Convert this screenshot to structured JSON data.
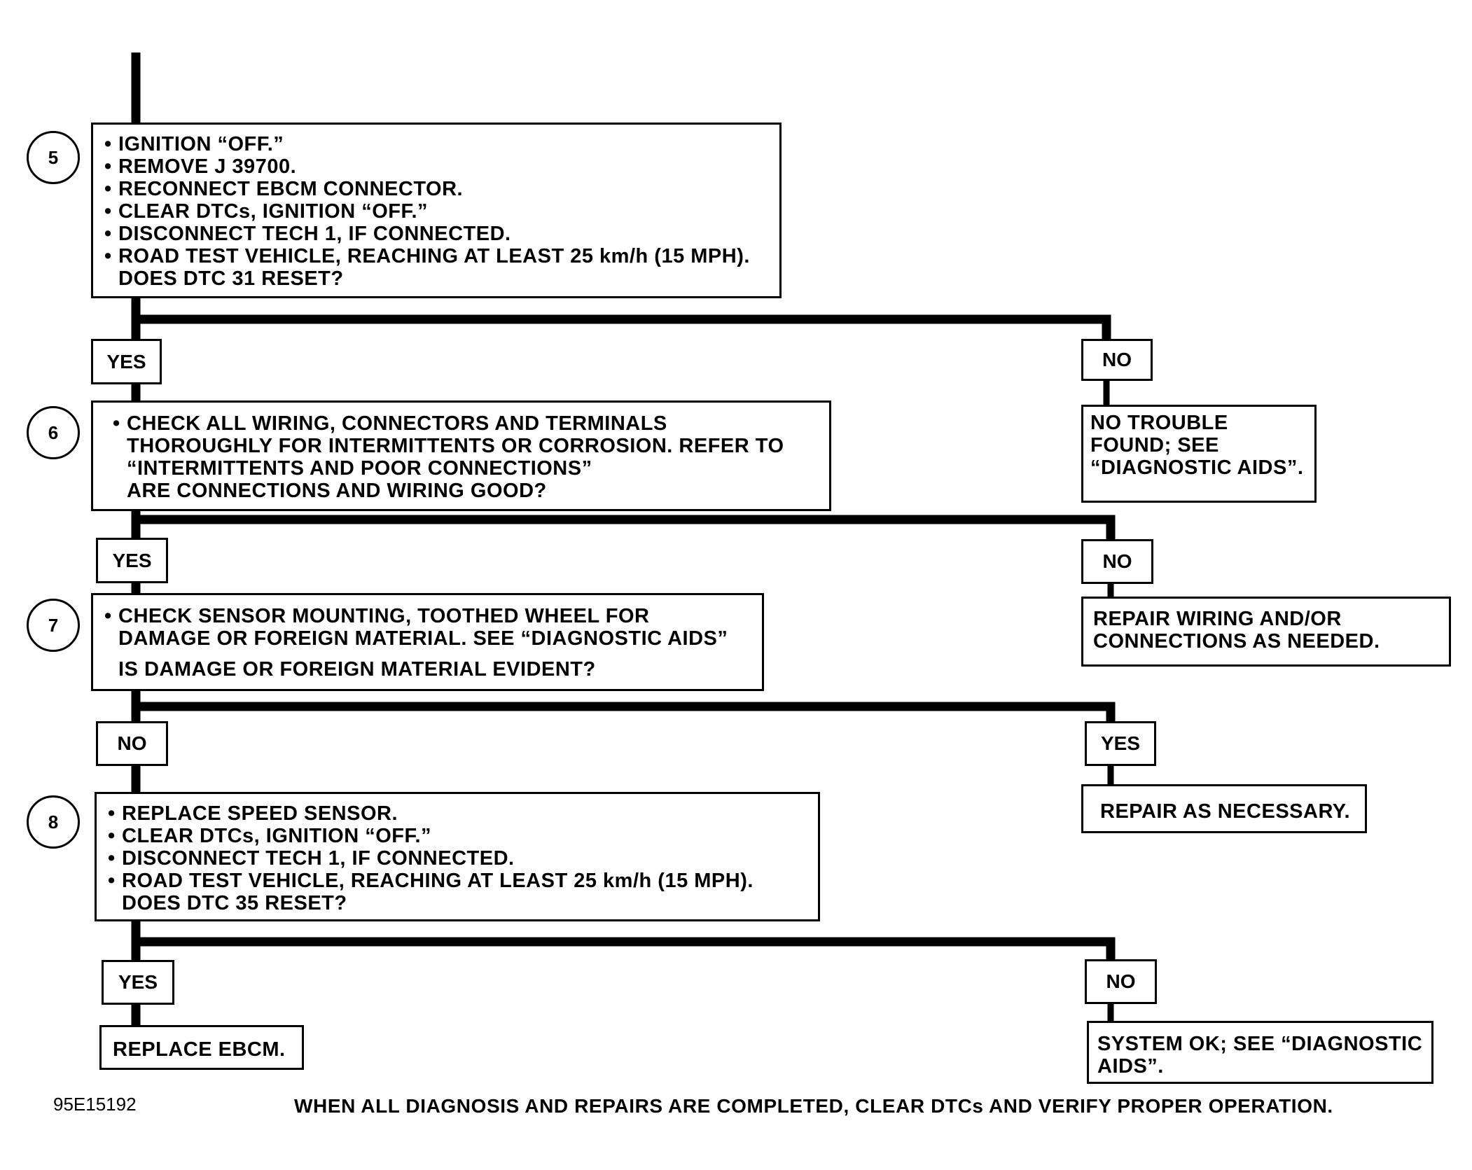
{
  "steps": [
    {
      "number": "5",
      "bullets": [
        "IGNITION “OFF.”",
        "REMOVE J 39700.",
        "RECONNECT EBCM CONNECTOR.",
        "CLEAR DTCs, IGNITION “OFF.”",
        "DISCONNECT TECH 1, IF CONNECTED.",
        "ROAD TEST VEHICLE, REACHING AT LEAST 25 km/h (15 MPH).\nDOES DTC 31 RESET?"
      ],
      "left_label": "YES",
      "right_label": "NO",
      "right_result": "NO TROUBLE\nFOUND; SEE\n“DIAGNOSTIC AIDS”."
    },
    {
      "number": "6",
      "bullets": [
        "CHECK ALL WIRING, CONNECTORS AND TERMINALS\nTHOROUGHLY FOR INTERMITTENTS OR CORROSION.  REFER TO\n“INTERMITTENTS AND POOR CONNECTIONS”\nARE CONNECTIONS AND WIRING GOOD?"
      ],
      "left_label": "YES",
      "right_label": "NO",
      "right_result": "REPAIR WIRING AND/OR\nCONNECTIONS AS NEEDED."
    },
    {
      "number": "7",
      "bullets": [
        "CHECK SENSOR MOUNTING, TOOTHED WHEEL FOR\nDAMAGE OR FOREIGN MATERIAL. SEE “DIAGNOSTIC AIDS”"
      ],
      "question": "IS DAMAGE OR FOREIGN MATERIAL EVIDENT?",
      "left_label": "NO",
      "right_label": "YES",
      "right_result": "REPAIR AS NECESSARY."
    },
    {
      "number": "8",
      "bullets": [
        "REPLACE SPEED SENSOR.",
        "CLEAR DTCs, IGNITION “OFF.”",
        "DISCONNECT TECH 1, IF CONNECTED.",
        "ROAD TEST VEHICLE, REACHING AT LEAST 25 km/h (15 MPH).\nDOES DTC 35 RESET?"
      ],
      "left_label": "YES",
      "right_label": "NO",
      "left_result": "REPLACE EBCM.",
      "right_result": "SYSTEM OK; SEE “DIAGNOSTIC\nAIDS”."
    }
  ],
  "figure_id": "95E15192",
  "footer_note": "WHEN ALL DIAGNOSIS AND REPAIRS ARE COMPLETED, CLEAR DTCs AND VERIFY PROPER OPERATION."
}
